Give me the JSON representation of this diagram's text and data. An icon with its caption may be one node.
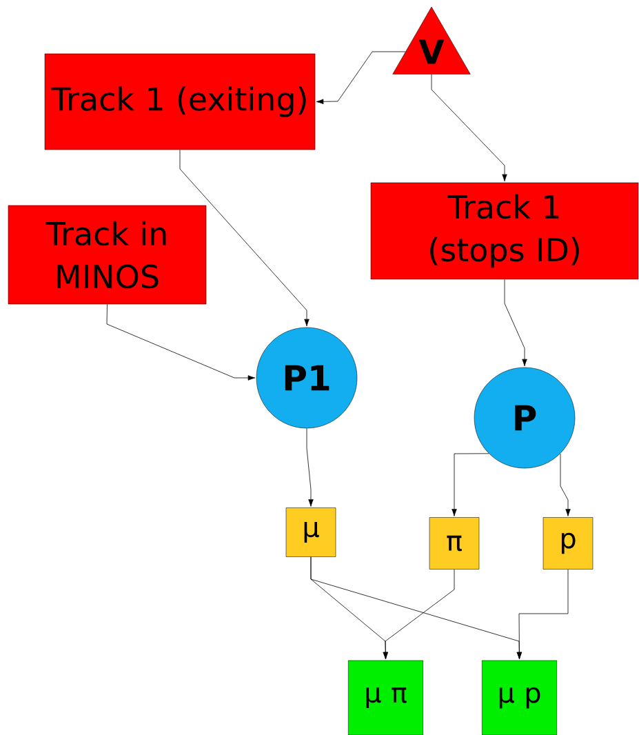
{
  "diagram": {
    "nodes": [
      {
        "text": [
          "V"
        ]
      },
      {
        "text": [
          "Track 1 (exiting)"
        ]
      },
      {
        "text": [
          "Track 1 (stops ID)"
        ]
      },
      {
        "text": [
          "Track in MINOS"
        ]
      },
      {
        "text": [
          "P1"
        ]
      },
      {
        "text": [
          "P"
        ]
      },
      {
        "text": [
          "μ"
        ]
      },
      {
        "text": [
          "π"
        ]
      },
      {
        "text": [
          "p"
        ]
      },
      {
        "text": [
          "μ π"
        ]
      },
      {
        "text": [
          "μ p"
        ]
      }
    ],
    "edges": [
      {
        "from": 0,
        "to": 1,
        "arrow": "to"
      },
      {
        "from": 0,
        "to": 2,
        "arrow": "to"
      },
      {
        "from": 1,
        "to": 4,
        "arrow": "to"
      },
      {
        "from": 3,
        "to": 4,
        "arrow": "to"
      },
      {
        "from": 2,
        "to": 5,
        "arrow": "to"
      },
      {
        "from": 4,
        "to": 6,
        "arrow": "to"
      },
      {
        "from": 5,
        "to": 7,
        "arrow": "to"
      },
      {
        "from": 5,
        "to": 8,
        "arrow": "to"
      },
      {
        "from": 6,
        "to": 9,
        "arrow": "to"
      },
      {
        "from": 7,
        "to": 9,
        "arrow": "to"
      },
      {
        "from": 6,
        "to": 10,
        "arrow": "to"
      },
      {
        "from": 8,
        "to": 10,
        "arrow": "to"
      }
    ]
  }
}
